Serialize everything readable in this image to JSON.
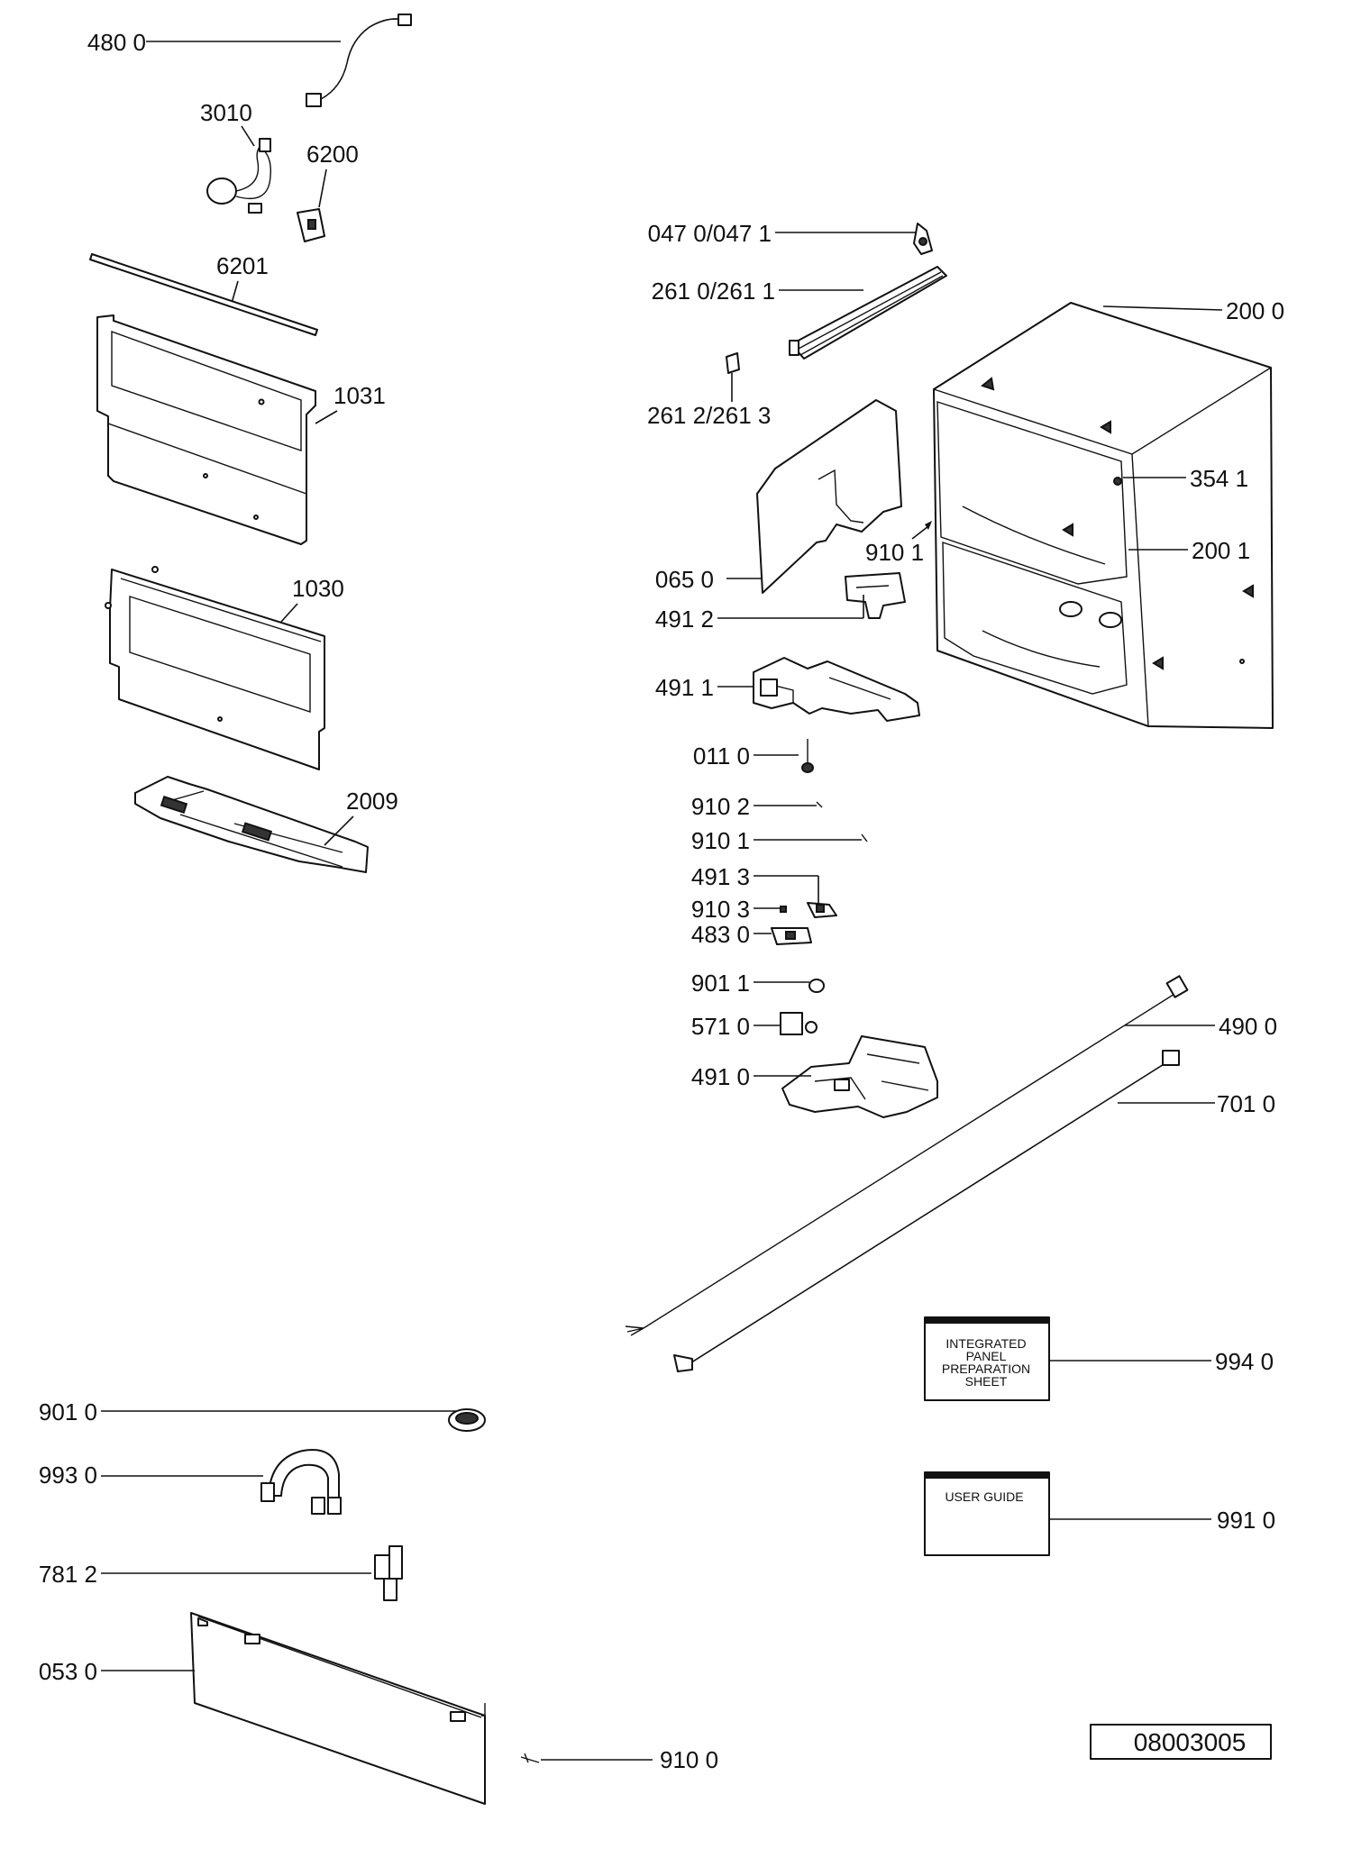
{
  "labels": {
    "l4800": "480 0",
    "l3010": "3010",
    "l6200": "6200",
    "l6201": "6201",
    "l1031": "1031",
    "l1030": "1030",
    "l2009": "2009",
    "l0470": "047 0/047 1",
    "l2610": "261 0/261 1",
    "l2612": "261 2/261 3",
    "l2000": "200 0",
    "l3541": "354 1",
    "l2001": "200 1",
    "l9101a": "910 1",
    "l0650": "065 0",
    "l4912": "491 2",
    "l4911": "491 1",
    "l0110": "011 0",
    "l9102": "910 2",
    "l9101b": "910 1",
    "l4913": "491 3",
    "l9103": "910 3",
    "l4830": "483 0",
    "l9011": "901 1",
    "l5710": "571 0",
    "l4900": "490 0",
    "l4910": "491 0",
    "l7010": "701 0",
    "l9940": "994 0",
    "l9910": "991 0",
    "l9010": "901 0",
    "l9930": "993 0",
    "l7812": "781 2",
    "l0530": "053 0",
    "l9100": "910 0"
  },
  "documents": {
    "integrated_line1": "INTEGRATED",
    "integrated_line2": "PANEL",
    "integrated_line3": "PREPARATION",
    "integrated_line4": "SHEET",
    "user_guide": "USER GUIDE"
  },
  "drawing_code": "08003005"
}
